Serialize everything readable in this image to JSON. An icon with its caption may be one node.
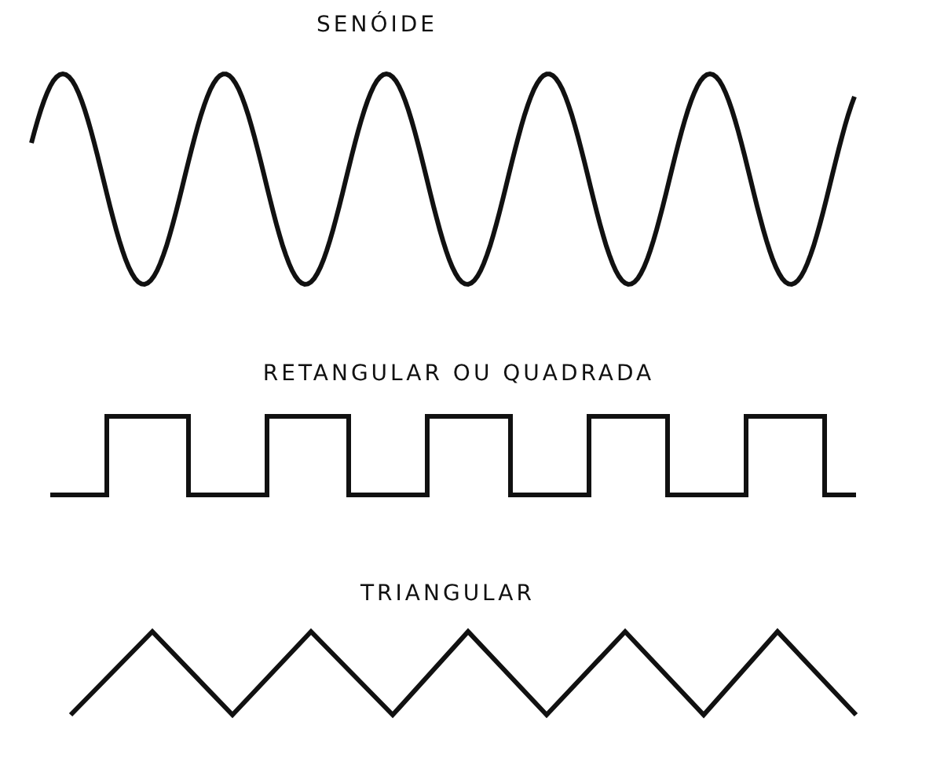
{
  "diagram": {
    "labels": [
      "SENÓIDE",
      "RETANGULAR OU QUADRADA",
      "TRIANGULAR"
    ]
  }
}
